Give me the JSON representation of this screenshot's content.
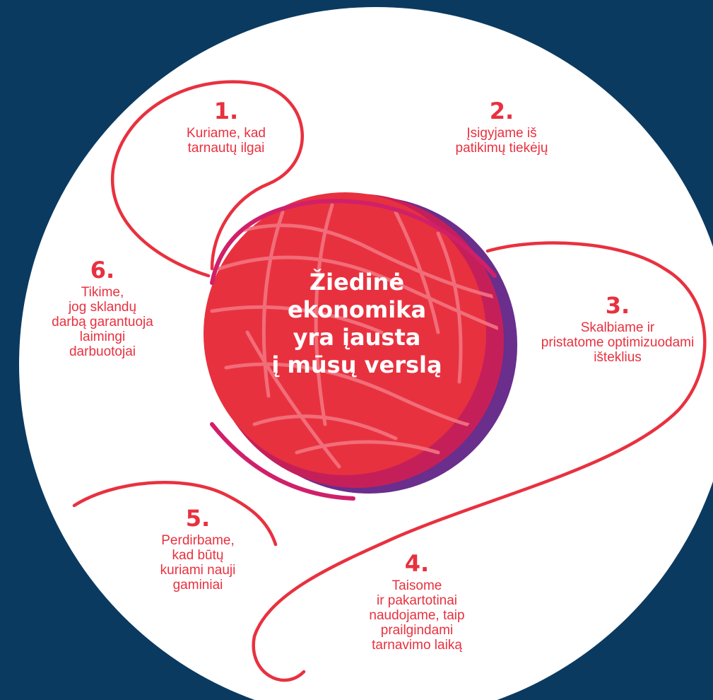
{
  "title": "Žiedinė\nekonomika\nyra įausta\nį mūsų verslą",
  "steps": [
    {
      "number": "1.",
      "text": "Kuriame, kad\ntarnautų ilgai"
    },
    {
      "number": "2.",
      "text": "Įsigyjame iš\npatikimų tiekėjų"
    },
    {
      "number": "3.",
      "text": "Skalbiame ir\npristatome optimizuodami\ništeklius"
    },
    {
      "number": "4.",
      "text": "Taisome\nir pakartotinai\nnaudojame, taip\nprailgindami\ntarnavimo laiką"
    },
    {
      "number": "5.",
      "text": "Perdirbame,\nkad būtų\nkuriami nauji\ngaminiai"
    },
    {
      "number": "6.",
      "text": "Tikime,\njog sklandų\ndarbą garantuoja\nlaimingi\ndarbuotojai"
    }
  ],
  "colors": {
    "background": "#0b3a60",
    "circle": "#ffffff",
    "accent": "#e8313f",
    "ball_mid": "#c51f5a",
    "ball_back": "#6a2e8c"
  },
  "icons": [
    "yarn-ball-icon",
    "yarn-thread-icon"
  ]
}
